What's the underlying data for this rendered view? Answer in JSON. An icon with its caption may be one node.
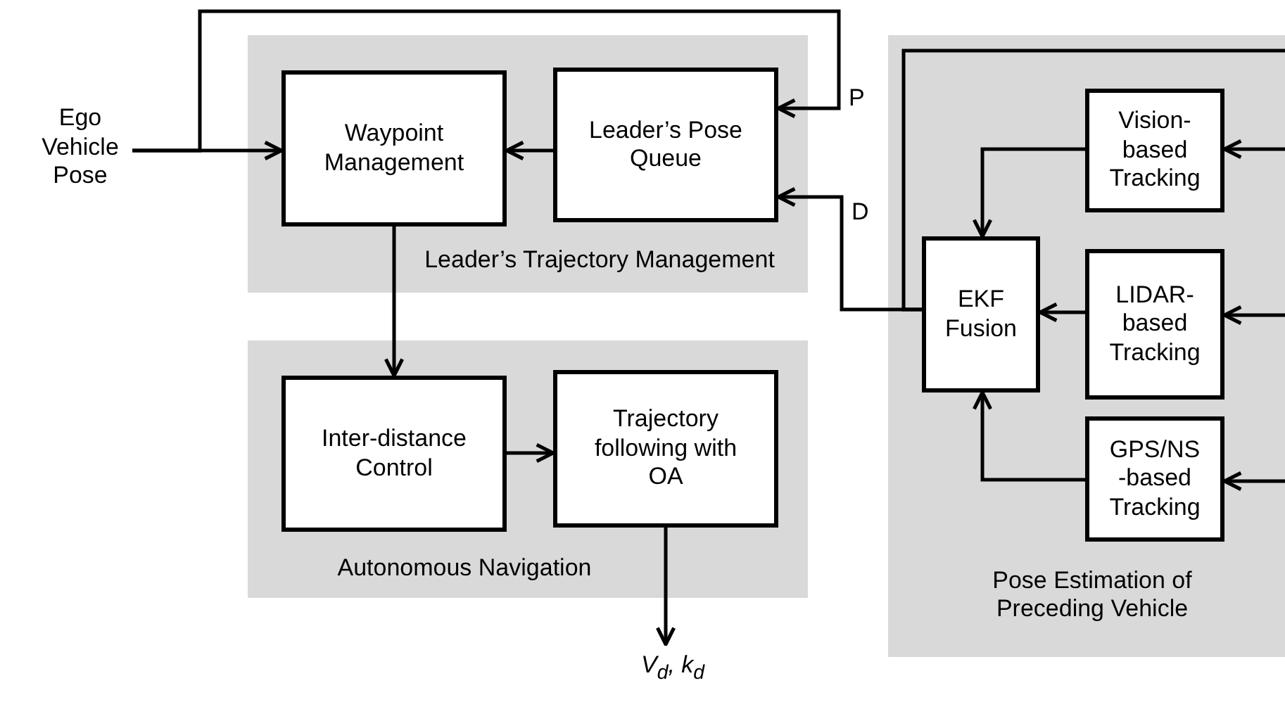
{
  "diagram": {
    "nodes": [
      {
        "text": [
          "Ego Vehicle Pose"
        ]
      },
      {
        "text": [
          "Leader’s Trajectory Management"
        ]
      },
      {
        "text": [
          "Waypoint Management"
        ],
        "in": 1
      },
      {
        "text": [
          "Leader’s Pose Queue"
        ],
        "in": 1
      },
      {
        "text": [
          "Autonomous Navigation"
        ]
      },
      {
        "text": [
          "Inter-distance Control"
        ],
        "in": 4
      },
      {
        "text": [
          "Trajectory following with OA"
        ],
        "in": 4
      },
      {
        "text": [
          "V$_{d}$, k$_{d}$"
        ]
      },
      {
        "text": [
          "Pose Estimation of Preceding Vehicle"
        ]
      },
      {
        "text": [
          "Vision-based Tracking"
        ],
        "in": 8
      },
      {
        "text": [
          "EKF Fusion"
        ],
        "in": 8
      },
      {
        "text": [
          "LIDAR-based Tracking"
        ],
        "in": 8
      },
      {
        "text": [
          "GPS/NS -based Tracking"
        ],
        "in": 8
      }
    ],
    "edges": [
      {
        "from": 0,
        "to": 2,
        "arrow": "to"
      },
      {
        "from": 0,
        "to": 3,
        "arrow": "to",
        "label": "P"
      },
      {
        "from": 3,
        "to": 2,
        "arrow": "to"
      },
      {
        "from": 10,
        "to": 3,
        "arrow": "to",
        "label": "D"
      },
      {
        "from": 2,
        "to": 5,
        "arrow": "to"
      },
      {
        "from": 5,
        "to": 6,
        "arrow": "to"
      },
      {
        "from": 6,
        "to": 7,
        "arrow": "to"
      },
      {
        "from": 9,
        "to": 10,
        "arrow": "to"
      },
      {
        "from": 11,
        "to": 10,
        "arrow": "to"
      },
      {
        "from": 12,
        "to": 10,
        "arrow": "to"
      },
      {
        "from": null,
        "to": 9,
        "arrow": "to"
      },
      {
        "from": null,
        "to": 11,
        "arrow": "to"
      },
      {
        "from": null,
        "to": 12,
        "arrow": "to"
      },
      {
        "from": 10,
        "to": null,
        "arrow": "none"
      }
    ]
  }
}
